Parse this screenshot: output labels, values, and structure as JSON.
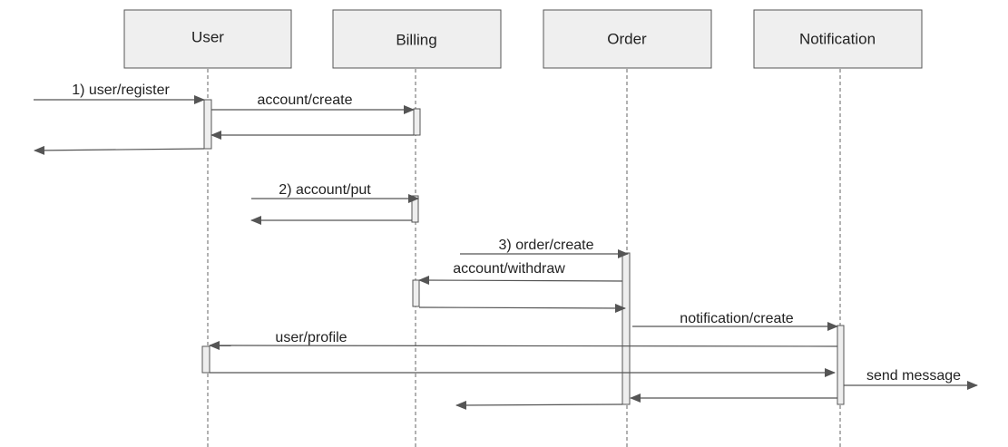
{
  "actors": [
    {
      "id": "user",
      "label": "User"
    },
    {
      "id": "billing",
      "label": "Billing"
    },
    {
      "id": "order",
      "label": "Order"
    },
    {
      "id": "notification",
      "label": "Notification"
    }
  ],
  "messages": [
    {
      "id": "m1",
      "label": "1) user/register"
    },
    {
      "id": "m2",
      "label": "account/create"
    },
    {
      "id": "m3",
      "label": ""
    },
    {
      "id": "m4",
      "label": ""
    },
    {
      "id": "m5",
      "label": "2) account/put"
    },
    {
      "id": "m6",
      "label": ""
    },
    {
      "id": "m7",
      "label": "3) order/create"
    },
    {
      "id": "m8",
      "label": "account/withdraw"
    },
    {
      "id": "m9",
      "label": ""
    },
    {
      "id": "m10",
      "label": "notification/create"
    },
    {
      "id": "m11",
      "label": "user/profile"
    },
    {
      "id": "m12",
      "label": ""
    },
    {
      "id": "m13",
      "label": "send message"
    },
    {
      "id": "m14",
      "label": ""
    },
    {
      "id": "m15",
      "label": ""
    }
  ],
  "colors": {
    "box_fill": "#efefef",
    "stroke": "#555555",
    "text": "#222222"
  }
}
